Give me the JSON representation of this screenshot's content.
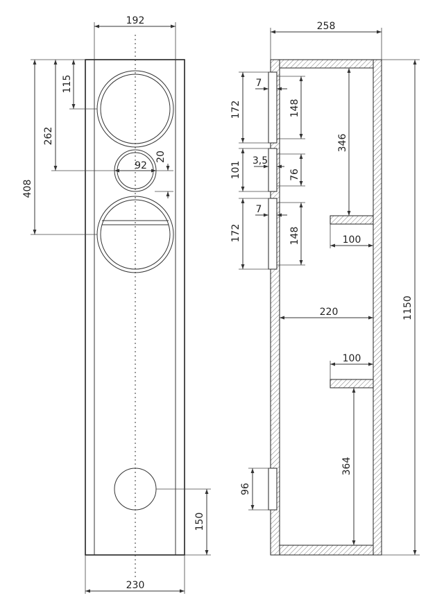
{
  "front_view": {
    "dims": {
      "inner_width": "192",
      "outer_width": "230",
      "top_to_tweeter": "115",
      "top_to_mid": "262",
      "top_to_woofer": "408",
      "mid_diameter": "92",
      "mid_offset": "20",
      "port_height": "150"
    }
  },
  "side_view": {
    "dims": {
      "depth": "258",
      "height": "1150",
      "tweeter_cut_height": "172",
      "tweeter_recess": "7",
      "tweeter_hole": "148",
      "mid_cut_height": "101",
      "mid_recess": "3,5",
      "mid_hole": "76",
      "woofer_cut_height": "172",
      "woofer_recess": "7",
      "woofer_hole": "148",
      "top_to_shelf": "346",
      "upper_shelf_len": "100",
      "inner_depth": "220",
      "lower_shelf_len": "100",
      "shelf_to_bottom": "364",
      "port_cut_height": "96"
    }
  },
  "colors": {
    "line": "#333333",
    "hatch": "#555555"
  }
}
